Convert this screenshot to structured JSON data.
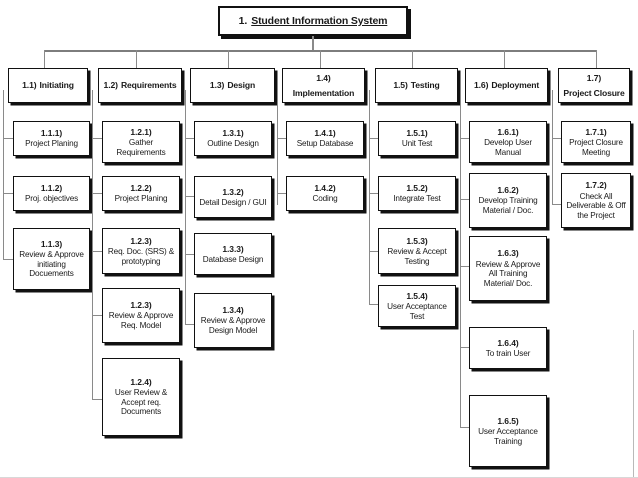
{
  "diagram": {
    "title_code": "1.",
    "title_label": "Student Information System",
    "type": "work-breakdown-structure"
  },
  "phases": [
    {
      "code": "1.1)",
      "label": "Initiating",
      "tasks": [
        {
          "code": "1.1.1)",
          "label": "Project Planing"
        },
        {
          "code": "1.1.2)",
          "label": "Proj. objectives"
        },
        {
          "code": "1.1.3)",
          "label": "Review & Approve initiating Docuements"
        }
      ]
    },
    {
      "code": "1.2)",
      "label": "Requirements",
      "tasks": [
        {
          "code": "1.2.1)",
          "label": "Gather Requirements"
        },
        {
          "code": "1.2.2)",
          "label": "Project Planing"
        },
        {
          "code": "1.2.3)",
          "label": "Req. Doc. (SRS) & prototyping"
        },
        {
          "code": "1.2.3)",
          "label": "Review & Approve Req. Model"
        },
        {
          "code": "1.2.4)",
          "label": "User Review & Accept req. Documents"
        }
      ]
    },
    {
      "code": "1.3)",
      "label": "Design",
      "tasks": [
        {
          "code": "1.3.1)",
          "label": "Outline Design"
        },
        {
          "code": "1.3.2)",
          "label": "Detail Design / GUI"
        },
        {
          "code": "1.3.3)",
          "label": "Database Design"
        },
        {
          "code": "1.3.4)",
          "label": "Review & Approve Design Model"
        }
      ]
    },
    {
      "code": "1.4)",
      "label": "Implementation",
      "tasks": [
        {
          "code": "1.4.1)",
          "label": "Setup Database"
        },
        {
          "code": "1.4.2)",
          "label": "Coding"
        }
      ]
    },
    {
      "code": "1.5)",
      "label": "Testing",
      "tasks": [
        {
          "code": "1.5.1)",
          "label": "Unit Test"
        },
        {
          "code": "1.5.2)",
          "label": "Integrate Test"
        },
        {
          "code": "1.5.3)",
          "label": "Review & Accept Testing"
        },
        {
          "code": "1.5.4)",
          "label": "User Acceptance Test"
        }
      ]
    },
    {
      "code": "1.6)",
      "label": "Deployment",
      "tasks": [
        {
          "code": "1.6.1)",
          "label": "Develop User Manual"
        },
        {
          "code": "1.6.2)",
          "label": "Develop Training Material / Doc."
        },
        {
          "code": "1.6.3)",
          "label": "Review & Approve All Training Material/ Doc."
        },
        {
          "code": "1.6.4)",
          "label": "To train User"
        },
        {
          "code": "1.6.5)",
          "label": "User Acceptance Training"
        }
      ]
    },
    {
      "code": "1.7)",
      "label": "Project Closure",
      "tasks": [
        {
          "code": "1.7.1)",
          "label": "Project Closure Meeting"
        },
        {
          "code": "1.7.2)",
          "label": "Check All Deliverable & Off the Project"
        }
      ]
    }
  ],
  "colors": {
    "box_border": "#111111",
    "connector": "#8a8a8a",
    "background": "#ffffff",
    "text": "#1a1a1a"
  }
}
